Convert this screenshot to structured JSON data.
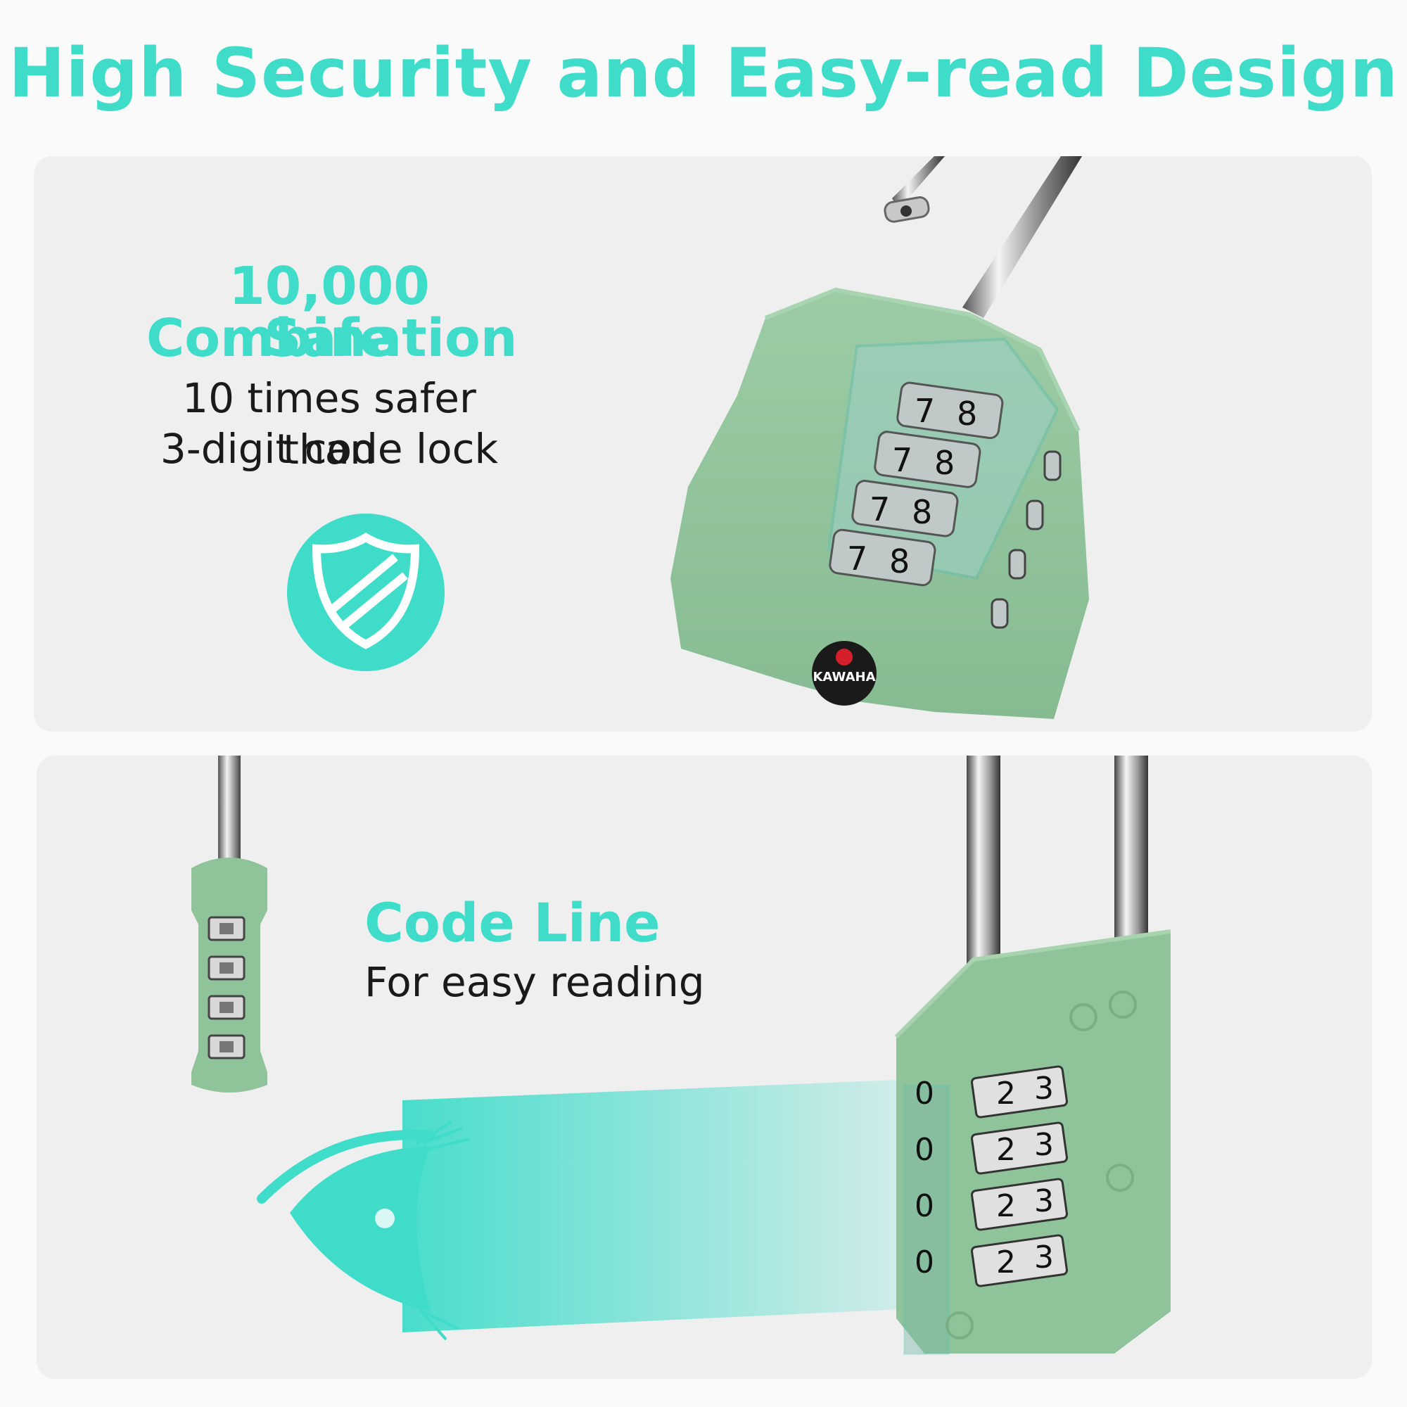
{
  "title": "High Security and Easy-read Design",
  "panel1": {
    "heading_line1": "10,000 Safe",
    "heading_line2": "Combination",
    "sub_line1": "10 times safer than",
    "sub_line2": "3-digit code lock",
    "icon": "shield-icon",
    "dial_digits": [
      "7",
      "8"
    ],
    "brand": "KAWAHA"
  },
  "panel2": {
    "heading": "Code Line",
    "sub": "For easy reading",
    "icon": "eye-icon",
    "dial_digits": [
      "0",
      "2",
      "3"
    ]
  },
  "colors": {
    "accent": "#3fdcc9",
    "lock_green": "#8fc39a",
    "panel_bg": "#efefef"
  }
}
